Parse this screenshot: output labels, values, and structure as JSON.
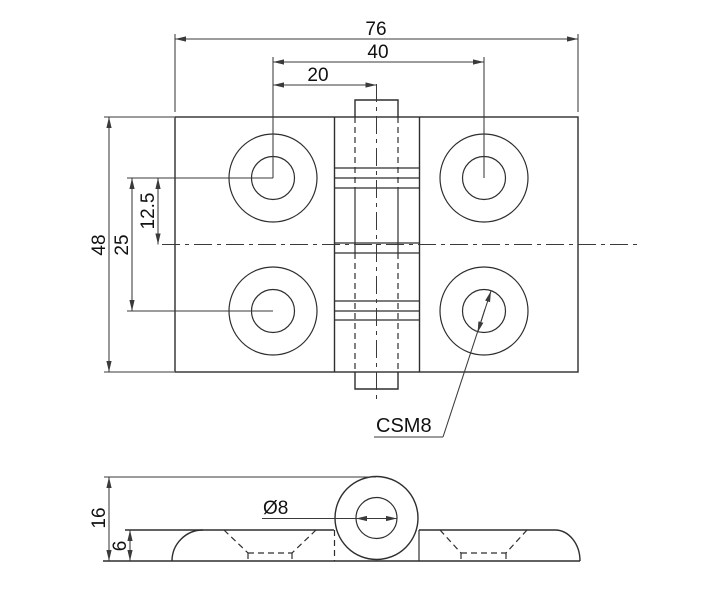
{
  "drawing": {
    "kind": "hinge-engineering-drawing",
    "colors": {
      "line": "#2e2e2e",
      "text": "#111111",
      "background": "#ffffff"
    },
    "top_view": {
      "dims": {
        "overall_width": "76",
        "hole_pitch_width": "40",
        "hole_to_pin_center": "20",
        "overall_height": "48",
        "hole_pitch_height": "25",
        "hole_to_centerline": "12.5"
      },
      "hole_callout": "CSM8"
    },
    "side_view": {
      "dims": {
        "overall_thickness": "16",
        "leaf_thickness": "6",
        "pin_diameter": "Ø8"
      }
    }
  }
}
